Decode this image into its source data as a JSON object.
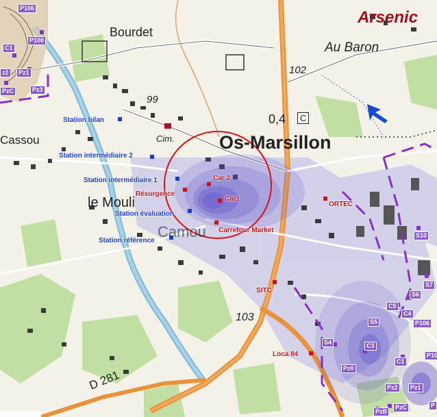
{
  "title": "Arsenic",
  "place_names": {
    "bourdet": "Bourdet",
    "au_baron": "Au Baron",
    "os_marsillon": "Os-Marsillon",
    "cassou": "Cassou",
    "le_moulin": "le Mouli",
    "camou": "Camou",
    "road_d281": "D 281",
    "road_103": "103",
    "road_102": "102",
    "cim": "Cim.",
    "elev_99": "99",
    "dist": "0,4",
    "c_box": "C"
  },
  "stations": {
    "bilan": "Station bilan",
    "intermediaire2": "Station intermédiaire 2",
    "intermediaire1": "Station intermédiaire 1",
    "evaluation": "Station évaluation",
    "reference": "Station référence"
  },
  "red_labels": {
    "resurgence": "Résurgence",
    "car2": "Car 2",
    "car1": "Car1",
    "carrefour": "Carrefour Market",
    "ortec": "ORTEC",
    "sitc": "SITC",
    "loca": "Loca 84"
  },
  "piezos": {
    "p106_top": "P106",
    "p100_top": "P100",
    "c1_top": "C1",
    "pz2_top": "z2",
    "pz1_top": "Pz1",
    "pzc_top": "PzC",
    "pz3_top": "Pz3",
    "s10": "S10",
    "s7": "S7",
    "s6": "S6",
    "c5": "C5",
    "c4": "C4",
    "p106": "P106",
    "s5": "S5",
    "s4": "S4",
    "c3": "C3",
    "c1": "C1",
    "p10": "P10",
    "pz0": "Pz0",
    "pz2": "Pz2",
    "pz1": "Pz1",
    "pzc": "PzC",
    "pzb": "PzB",
    "p_last": "P"
  },
  "colors": {
    "plume": "#5b4fc9",
    "highlight_circle": "#e01010",
    "station_marker": "#1a3fd0",
    "site_marker": "#d0101a",
    "piezo_marker": "#8a2fc8",
    "road_major": "#e8923a"
  },
  "icons": {
    "north_arrow": "north-arrow-icon"
  }
}
